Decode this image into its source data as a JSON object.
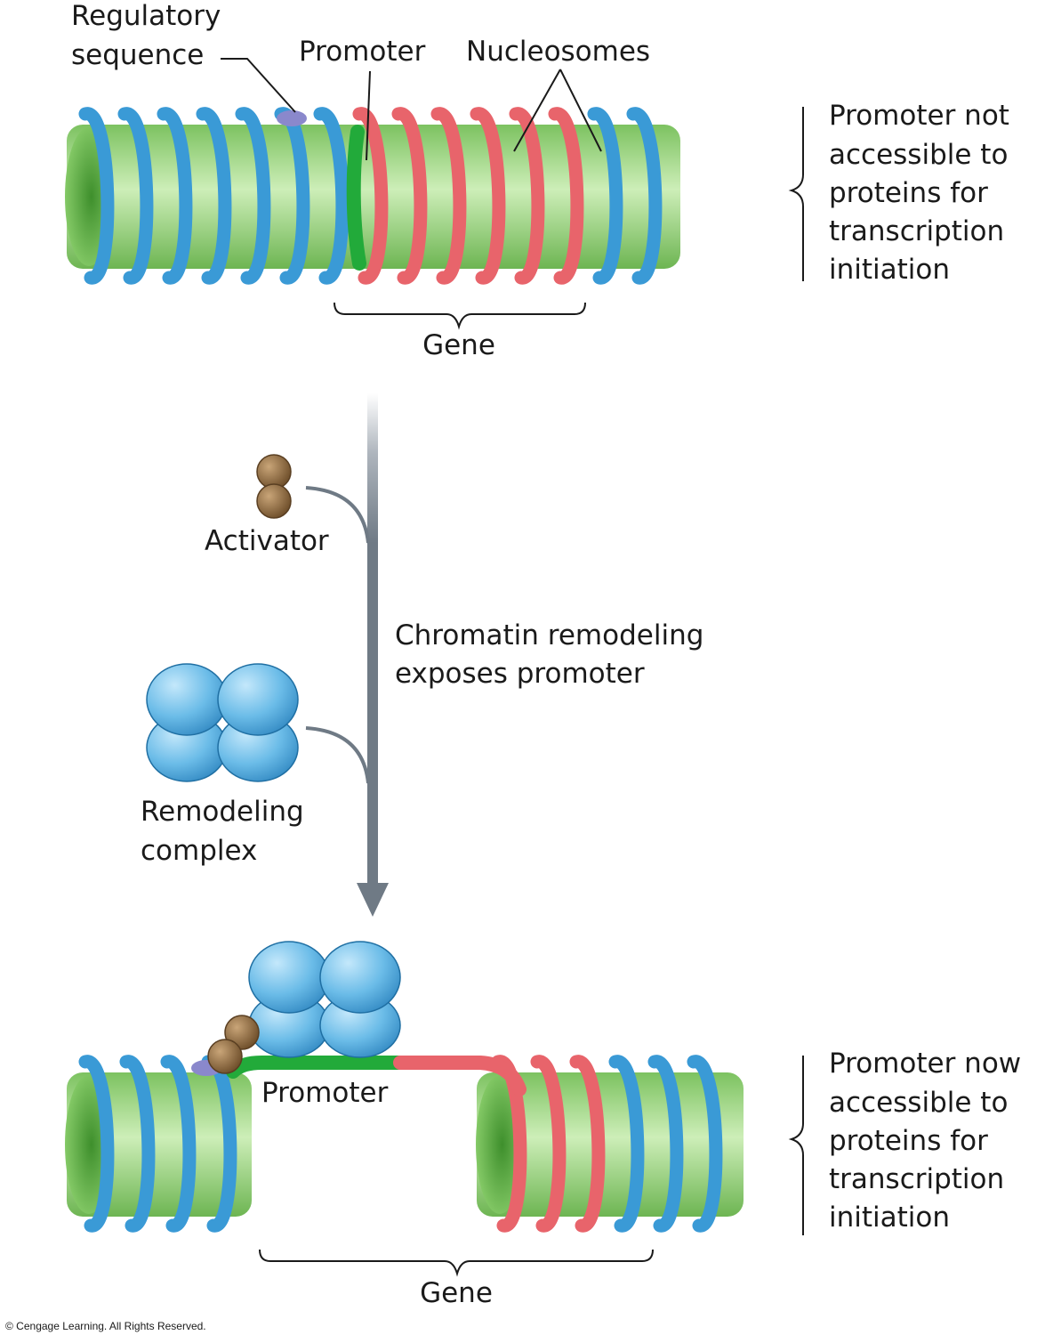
{
  "top": {
    "regulatory_label_line1": "Regulatory",
    "regulatory_label_line2": "sequence",
    "promoter_label": "Promoter",
    "nucleosomes_label": "Nucleosomes",
    "gene_label": "Gene",
    "status_lines": [
      "Promoter not",
      "accessible to",
      "proteins for",
      "transcription",
      "initiation"
    ]
  },
  "process": {
    "activator_label": "Activator",
    "step_line1": "Chromatin remodeling",
    "step_line2": "exposes promoter",
    "remodeling_line1": "Remodeling",
    "remodeling_line2": "complex"
  },
  "bottom": {
    "promoter_label": "Promoter",
    "gene_label": "Gene",
    "status_lines": [
      "Promoter now",
      "accessible to",
      "proteins for",
      "transcription",
      "initiation"
    ]
  },
  "footer": {
    "copyright": "© Cengage Learning. All Rights Reserved."
  },
  "colors": {
    "dna_blue": "#3a9ad6",
    "dna_red": "#e8646b",
    "histone_green": "#a8d98a",
    "promoter_green": "#22aa3a",
    "regulatory_purple": "#8a88cc",
    "activator_brown": "#8b6a42",
    "complex_blue": "#5ab2e2",
    "arrow_gray": "#6f7a85"
  }
}
